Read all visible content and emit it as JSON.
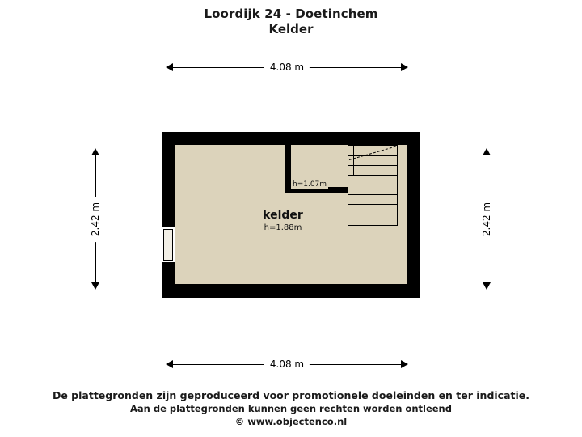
{
  "title": {
    "address": "Loordijk 24 - Doetinchem",
    "floor": "Kelder"
  },
  "dimensions": {
    "top": "4.08 m",
    "bottom": "4.08 m",
    "left": "2.42 m",
    "right": "2.42 m"
  },
  "plan": {
    "rooms": [
      {
        "name": "kelder",
        "height": "h=1.88m"
      }
    ],
    "annotations": [
      {
        "label": "h=1.07m"
      }
    ]
  },
  "footer": {
    "line1": "De plattegronden zijn geproduceerd voor promotionele doeleinden en ter indicatie.",
    "line2": "Aan de plattegronden kunnen geen rechten worden ontleend",
    "line3": "© www.objectenco.nl"
  },
  "colors": {
    "wall": "#000000",
    "floor": "#dcd3bb",
    "background": "#ffffff",
    "text": "#1a1a1a"
  }
}
